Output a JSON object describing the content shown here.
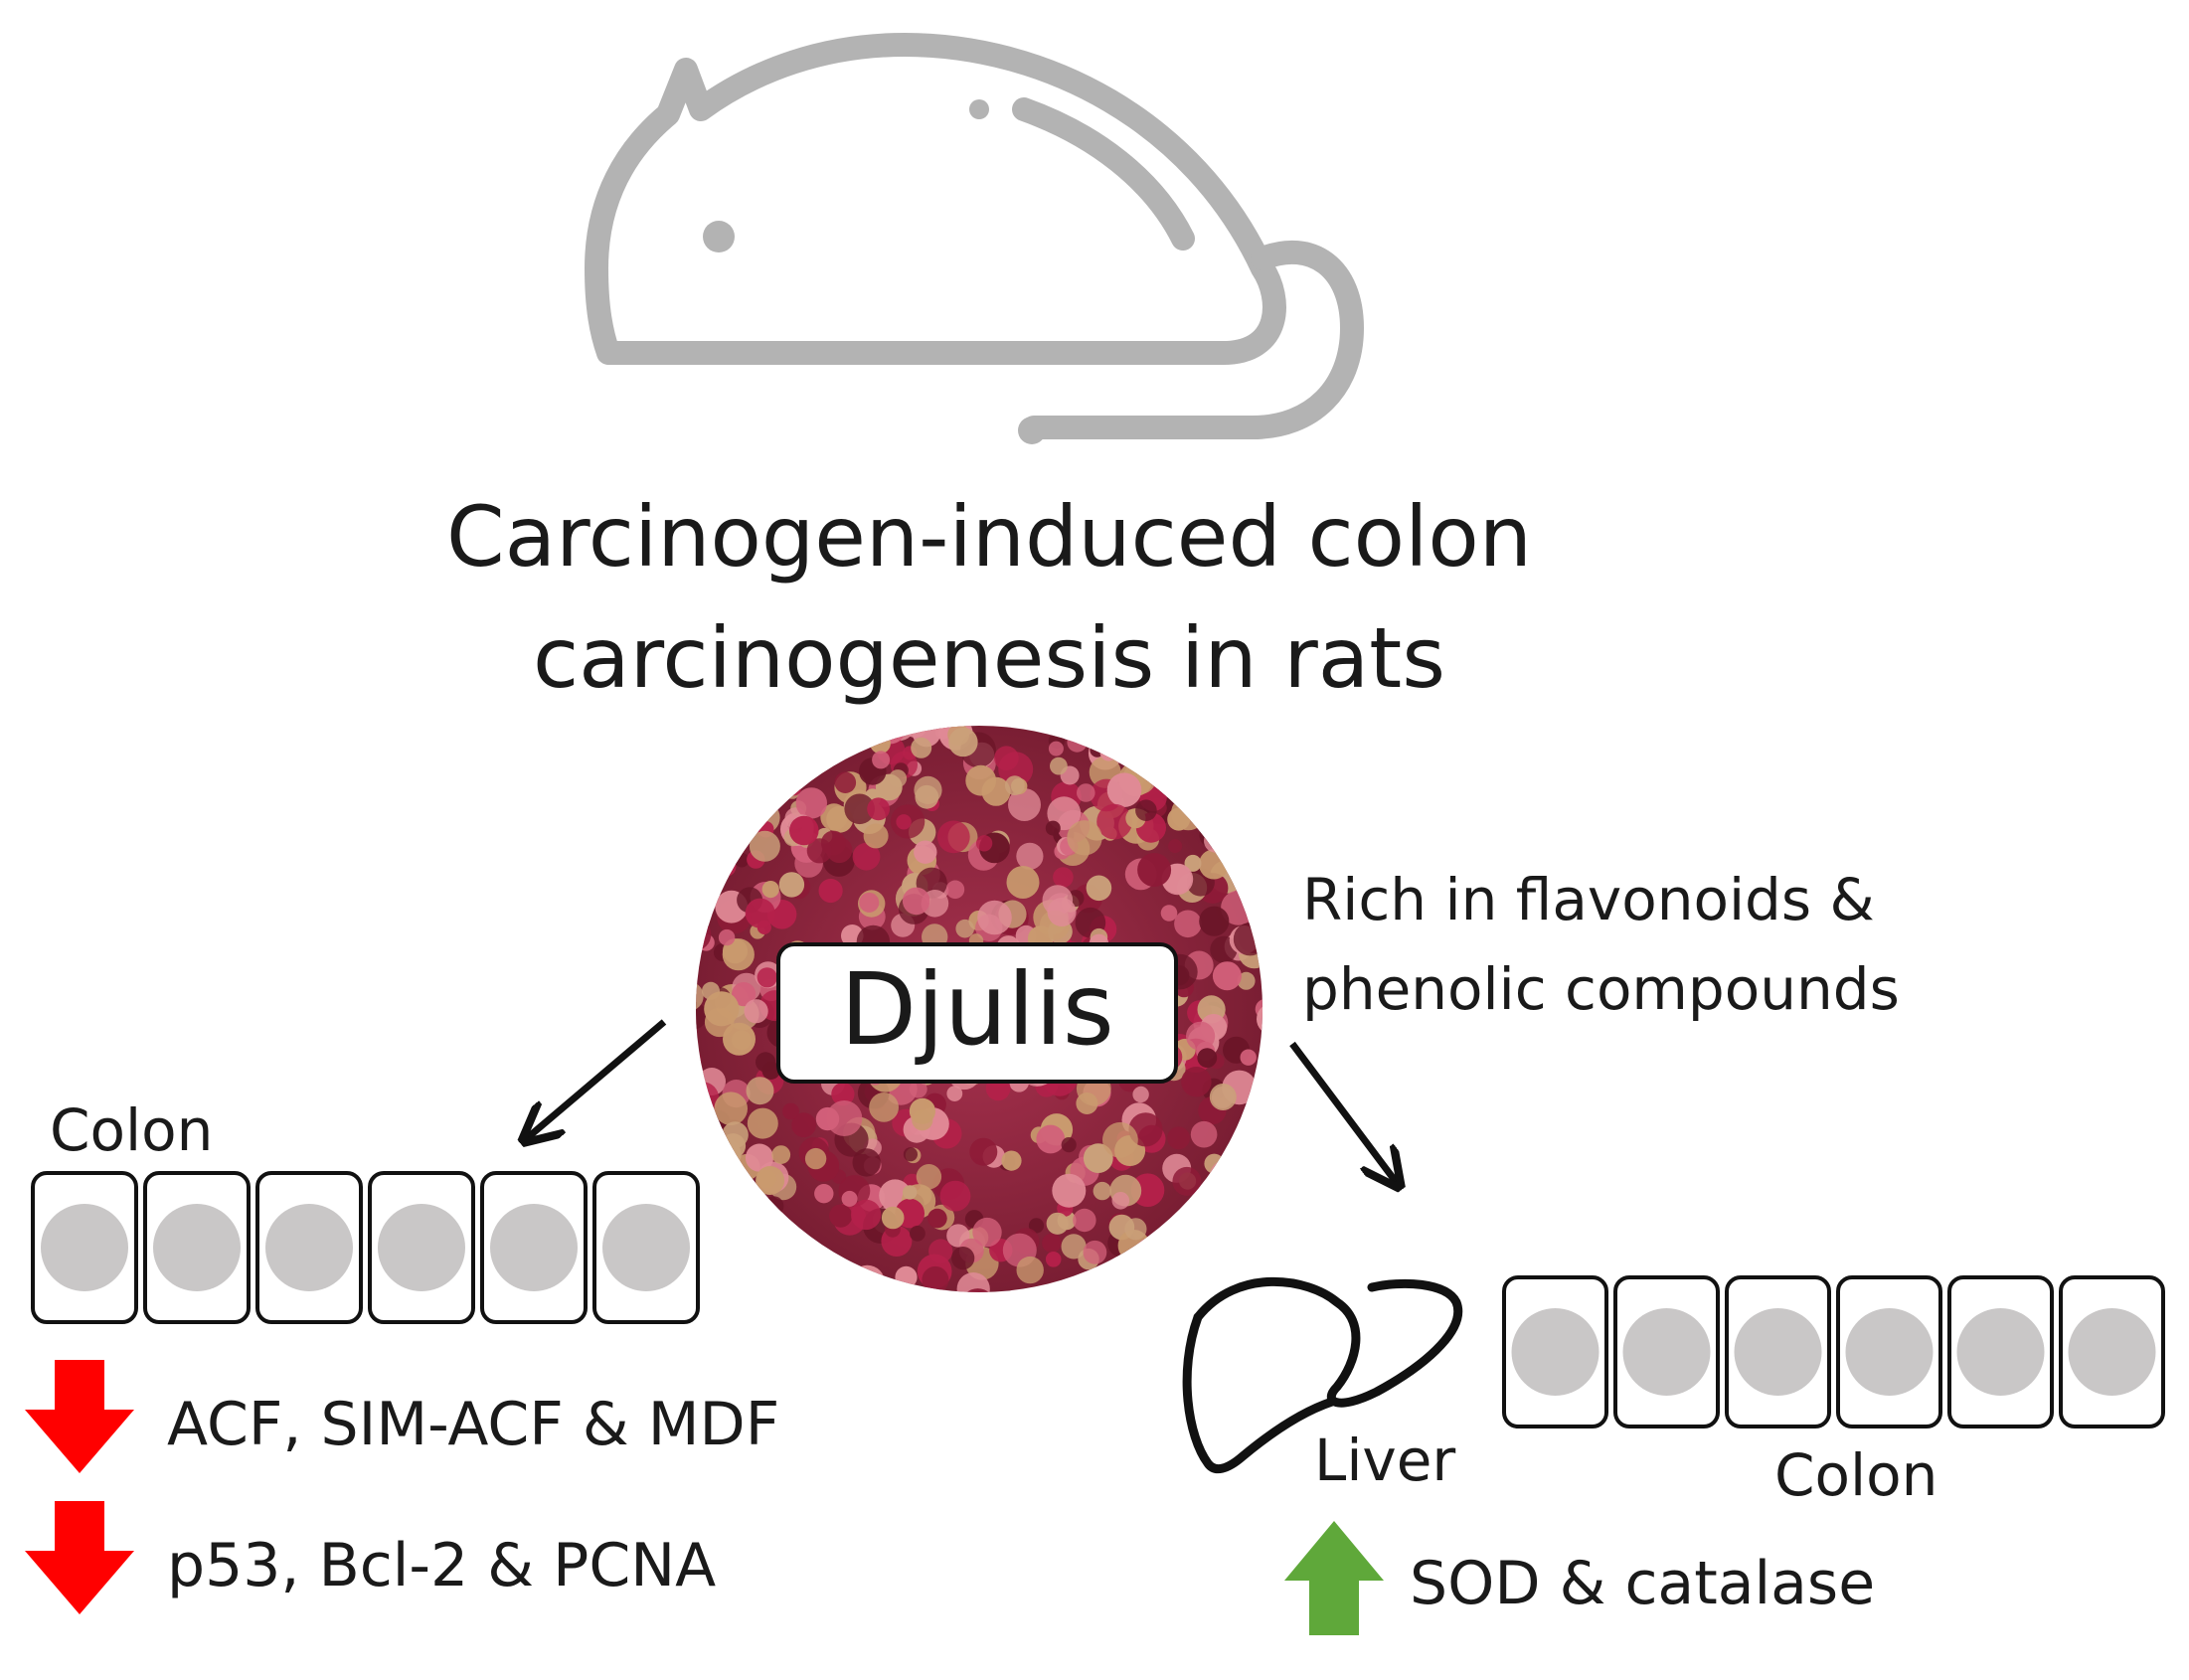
{
  "title": {
    "line1": "Carcinogen-induced colon",
    "line2": "carcinogenesis in rats"
  },
  "center_label": "Djulis",
  "note": {
    "line1": "Rich in flavonoids &",
    "line2": "phenolic compounds"
  },
  "left": {
    "organ_label": "Colon",
    "findings": [
      {
        "direction": "down",
        "text": "ACF, SIM-ACF & MDF"
      },
      {
        "direction": "down",
        "text": "p53, Bcl-2 & PCNA"
      }
    ]
  },
  "right": {
    "liver_label": "Liver",
    "colon_label": "Colon",
    "findings": [
      {
        "direction": "up",
        "text": "SOD & catalase"
      }
    ]
  },
  "icons": [
    "rat-icon",
    "djulis-grain-photo",
    "liver-icon",
    "colon-cells",
    "down-arrow-icon",
    "up-arrow-icon"
  ],
  "colors": {
    "icon_gray": "#b3b3b3",
    "cell_nucleus": "#c9c7c7",
    "decrease_red": "#ff0000",
    "increase_green": "#5fa83a",
    "grain_red": "#b5204a",
    "grain_pink": "#d2607a",
    "grain_tan": "#c99a6e"
  }
}
